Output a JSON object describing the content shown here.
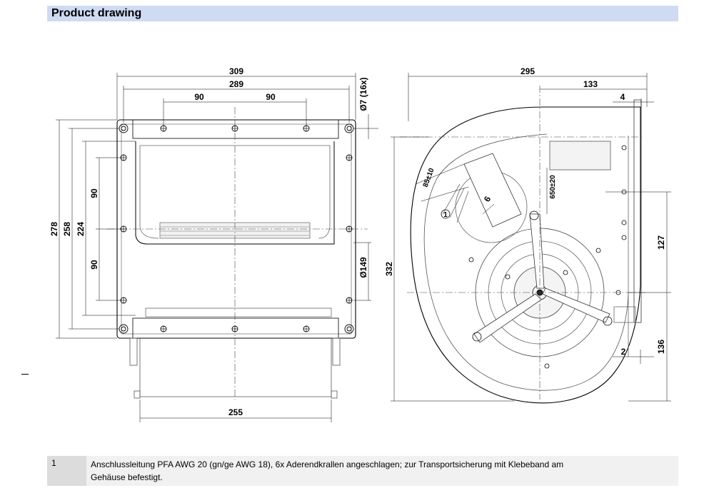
{
  "header": {
    "title": "Product drawing"
  },
  "left_view": {
    "dims": {
      "w309": "309",
      "w289": "289",
      "w90a": "90",
      "w90b": "90",
      "hole": "Ø7 (16x)",
      "h278": "278",
      "h258": "258",
      "h224": "224",
      "h90a": "90",
      "h90b": "90",
      "d149": "Ø149",
      "w255": "255"
    }
  },
  "right_view": {
    "dims": {
      "w295": "295",
      "w133": "133",
      "w4": "4",
      "h332": "332",
      "h127": "127",
      "h136": "136",
      "w2": "2",
      "cable": "650±20",
      "strip": "85±10",
      "six": "6",
      "callout": "1"
    }
  },
  "notes": [
    {
      "num": "1",
      "text_line1": "Anschlussleitung PFA AWG 20 (gn/ge AWG 18), 6x Aderendkrallen angeschlagen; zur Transportsicherung mit Klebeband am",
      "text_line2": "Gehäuse befestigt."
    }
  ]
}
